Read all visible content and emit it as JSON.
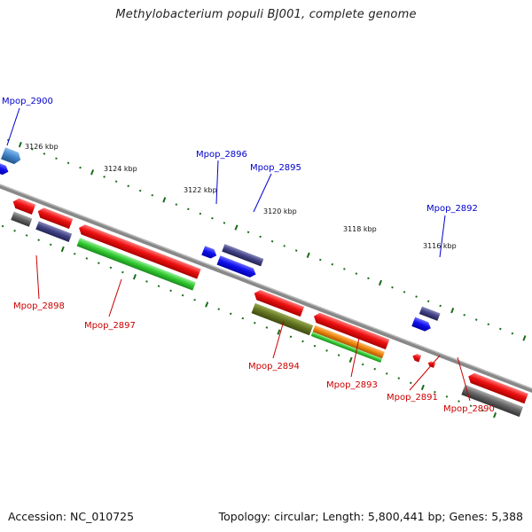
{
  "title": "Methylobacterium populi BJ001, complete genome",
  "footer": {
    "accession": "Accession: NC_010725",
    "stats": "Topology: circular; Length: 5,800,441 bp; Genes: 5,388"
  },
  "scale_labels": [
    "3126 kbp",
    "3124 kbp",
    "3122 kbp",
    "3120 kbp",
    "3118 kbp",
    "3116 kbp"
  ],
  "gene_labels": [
    {
      "text": "Mpop_2900",
      "strand": "forward"
    },
    {
      "text": "Mpop_2896",
      "strand": "forward"
    },
    {
      "text": "Mpop_2895",
      "strand": "forward"
    },
    {
      "text": "Mpop_2892",
      "strand": "forward"
    },
    {
      "text": "Mpop_2898",
      "strand": "reverse"
    },
    {
      "text": "Mpop_2897",
      "strand": "reverse"
    },
    {
      "text": "Mpop_2894",
      "strand": "reverse"
    },
    {
      "text": "Mpop_2893",
      "strand": "reverse"
    },
    {
      "text": "Mpop_2891",
      "strand": "reverse"
    },
    {
      "text": "Mpop_2890",
      "strand": "reverse"
    }
  ],
  "colors": {
    "forward_label": "#0000cc",
    "reverse_label": "#cc0000",
    "tick": "#1a6b1a",
    "backbone": "#888888",
    "red": "#ee1111",
    "blue": "#1111ee",
    "navy": "#444488",
    "green": "#33cc33",
    "olive": "#667722",
    "orange": "#ee8811",
    "gray": "#666666",
    "steelblue": "#4488cc"
  }
}
